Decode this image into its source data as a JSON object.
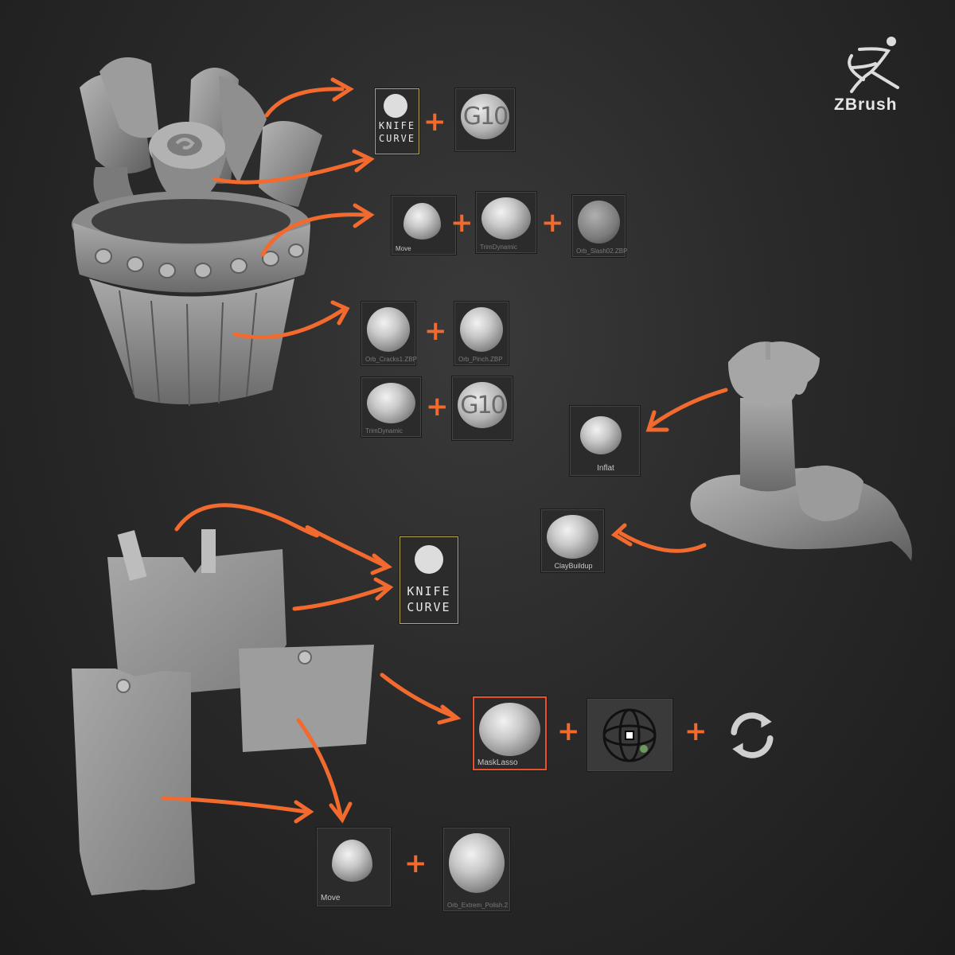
{
  "logo": {
    "text": "ZBrush"
  },
  "brushes": {
    "knife_curve_1": {
      "line1": "KNIFE",
      "line2": "CURVE"
    },
    "g10_1": {
      "glyph": "G10"
    },
    "move_1": {
      "label": "Move"
    },
    "trim_dynamic_1": {
      "label": "TrimDynamic"
    },
    "orb_slash": {
      "label": "Orb_Slash02.ZBP"
    },
    "orb_cracks": {
      "label": "Orb_Cracks1.ZBP"
    },
    "orb_pinch": {
      "label": "Orb_Pinch.ZBP"
    },
    "trim_dynamic_2": {
      "label": "TrimDynamic"
    },
    "g10_2": {
      "glyph": "G10"
    },
    "inflat": {
      "label": "Inflat"
    },
    "clay_buildup": {
      "label": "ClayBuildup"
    },
    "knife_curve_2": {
      "line1": "KNIFE",
      "line2": "CURVE"
    },
    "mask_lasso": {
      "label": "MaskLasso"
    },
    "move_2": {
      "label": "Move"
    },
    "orb_extrem_polish": {
      "label": "Orb_Extrem_Polish.2"
    }
  },
  "colors": {
    "accent": "#f26a2e",
    "background": "#2a2a2a",
    "selected_border": "#e8522a"
  },
  "icons": [
    "zbrush-logo-icon",
    "gizmo-icon",
    "rotate-icon"
  ]
}
